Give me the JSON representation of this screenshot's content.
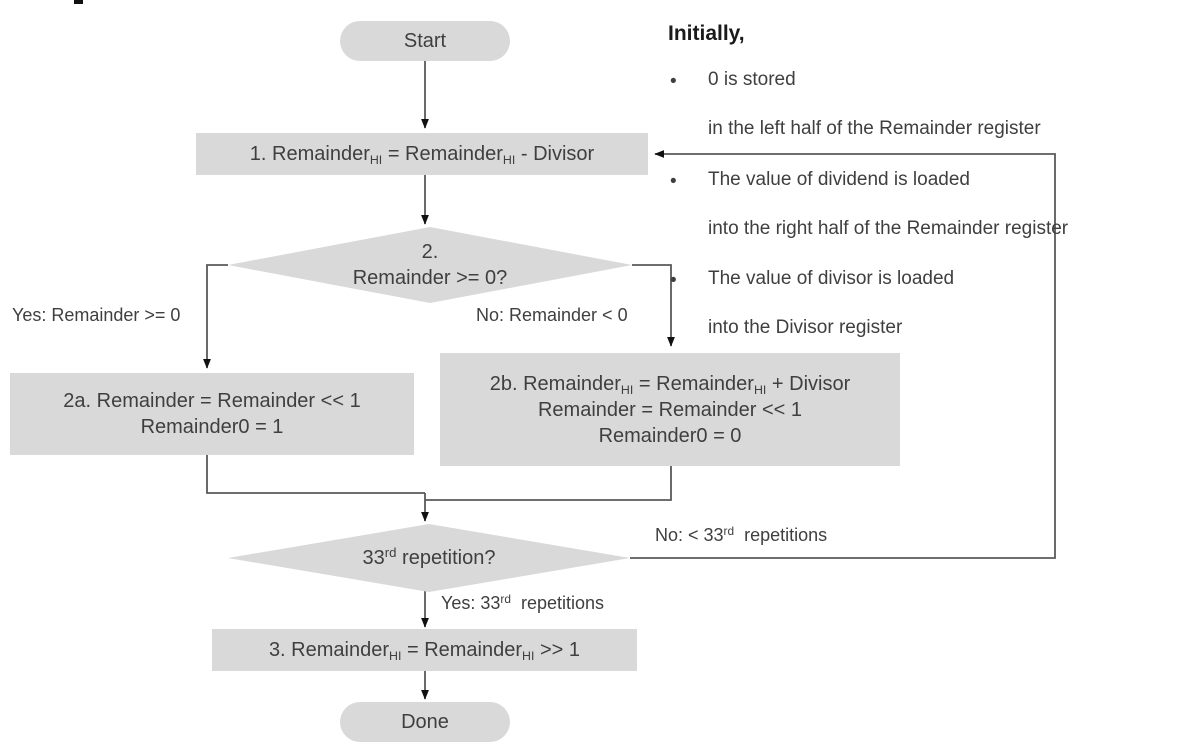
{
  "diagram": {
    "title_fragment": "",
    "nodes": {
      "start": {
        "label": "Start"
      },
      "step1": {
        "label_html": "1. Remainder<sub>HI</sub> = Remainder<sub>HI</sub> - Divisor"
      },
      "decision1": {
        "line1": "2.",
        "line2": "Remainder >= 0?"
      },
      "step2a": {
        "line1": "2a. Remainder = Remainder << 1",
        "line2": "Remainder0 = 1"
      },
      "step2b": {
        "line1_html": "2b. Remainder<sub>HI</sub> = Remainder<sub>HI</sub> + Divisor",
        "line2": "Remainder = Remainder << 1",
        "line3": "Remainder0 = 0"
      },
      "decision2": {
        "label_html": "33<sup>rd</sup> repetition?"
      },
      "step3": {
        "label_html": "3. Remainder<sub>HI</sub> = Remainder<sub>HI</sub> >> 1"
      },
      "done": {
        "label": "Done"
      }
    },
    "edge_labels": {
      "yes_remainder_ge0": "Yes: Remainder >= 0",
      "no_remainder_lt0": "No: Remainder < 0",
      "no_repetitions_html": "No: &lt; 33<sup>rd</sup>&nbsp; repetitions",
      "yes_repetitions_html": "Yes: 33<sup>rd</sup>&nbsp; repetitions"
    },
    "notes": {
      "heading": "Initially,",
      "bullets": [
        {
          "marker": "•",
          "line1": "0 is stored",
          "line2": "in the left half of the Remainder register"
        },
        {
          "marker": "•",
          "line1": "The value of dividend is loaded",
          "line2": "into the right half of the Remainder register"
        },
        {
          "marker": "•",
          "line1": "The value of divisor is loaded",
          "line2": "into the Divisor register"
        }
      ]
    },
    "colors": {
      "node_fill": "#d9d9d9",
      "text": "#3f3f3f",
      "heading_text": "#1a1a1a",
      "connector": "#595959",
      "arrow_head": "#111111",
      "background": "#ffffff"
    }
  }
}
